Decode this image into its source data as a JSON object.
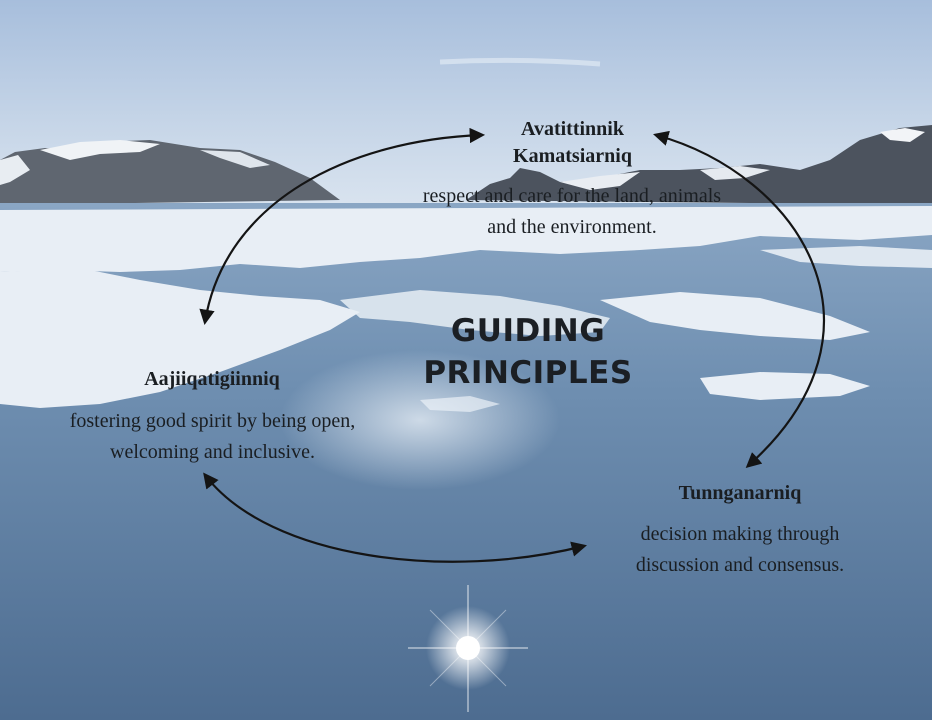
{
  "center_title": {
    "line1": "GUIDING",
    "line2": "PRINCIPLES"
  },
  "principles": [
    {
      "name": "Avatittinnik Kamatsiarniq",
      "description": "respect and care for the land, animals and the environment."
    },
    {
      "name": "Aajiiqatigiinniq",
      "description": "fostering good spirit by being open, welcoming and inclusive."
    },
    {
      "name": "Tunnganarniq",
      "description": "decision making through discussion and consensus."
    }
  ],
  "colors": {
    "text": "#1a1e22",
    "arrow": "#141414",
    "sky_top": "#a9bfdc",
    "water": "#5c7c9f",
    "ice": "#e9eff5"
  }
}
